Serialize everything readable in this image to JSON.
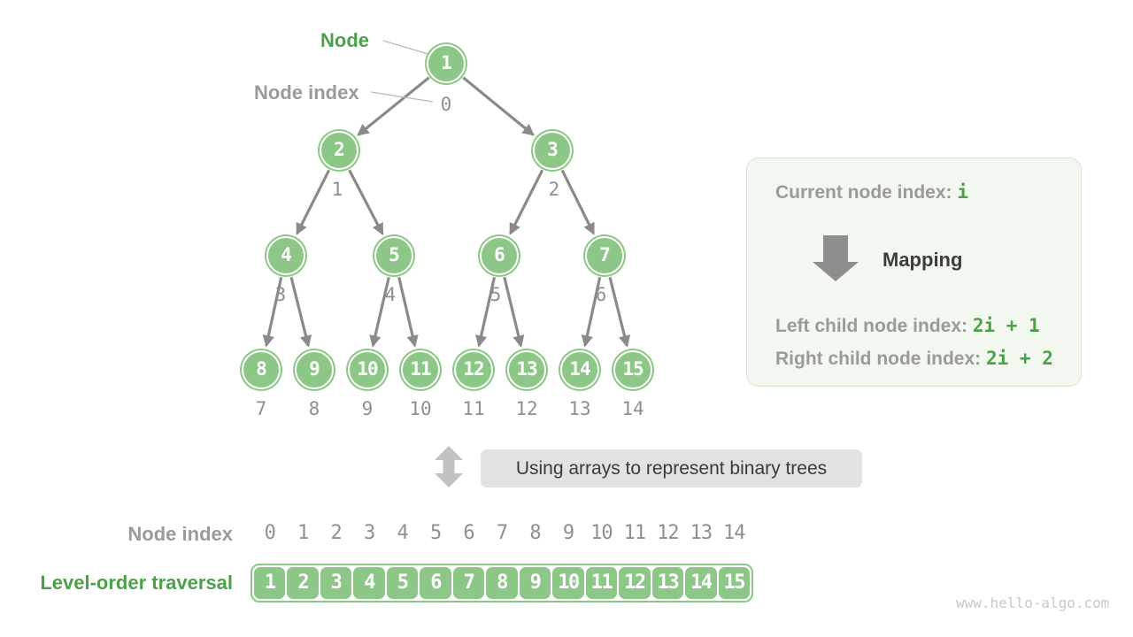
{
  "callouts": {
    "node_label": "Node",
    "node_index_label": "Node index"
  },
  "tree": {
    "nodes": [
      {
        "value": "1",
        "index": "0"
      },
      {
        "value": "2",
        "index": "1"
      },
      {
        "value": "3",
        "index": "2"
      },
      {
        "value": "4",
        "index": "3"
      },
      {
        "value": "5",
        "index": "4"
      },
      {
        "value": "6",
        "index": "5"
      },
      {
        "value": "7",
        "index": "6"
      },
      {
        "value": "8",
        "index": "7"
      },
      {
        "value": "9",
        "index": "8"
      },
      {
        "value": "10",
        "index": "9"
      },
      {
        "value": "11",
        "index": "10"
      },
      {
        "value": "12",
        "index": "11"
      },
      {
        "value": "13",
        "index": "12"
      },
      {
        "value": "14",
        "index": "13"
      },
      {
        "value": "15",
        "index": "14"
      }
    ]
  },
  "info_box": {
    "current_label": "Current node index: ",
    "current_value": "i",
    "mapping_label": "Mapping",
    "left_label": "Left child node index: ",
    "left_value": "2i + 1",
    "right_label": "Right child node index: ",
    "right_value": "2i + 2"
  },
  "caption": "Using arrays to represent binary trees",
  "bottom": {
    "index_label": "Node index",
    "traversal_label": "Level-order traversal",
    "indices": [
      "0",
      "1",
      "2",
      "3",
      "4",
      "5",
      "6",
      "7",
      "8",
      "9",
      "10",
      "11",
      "12",
      "13",
      "14"
    ],
    "values": [
      "1",
      "2",
      "3",
      "4",
      "5",
      "6",
      "7",
      "8",
      "9",
      "10",
      "11",
      "12",
      "13",
      "14",
      "15"
    ]
  },
  "watermark": "www.hello-algo.com",
  "colors": {
    "node_green": "#8DC787",
    "dark_green": "#4CA04C",
    "gray_label": "#9A9A9A",
    "dark_text": "#3D3D3D",
    "edge_gray": "#8A8A8A"
  }
}
